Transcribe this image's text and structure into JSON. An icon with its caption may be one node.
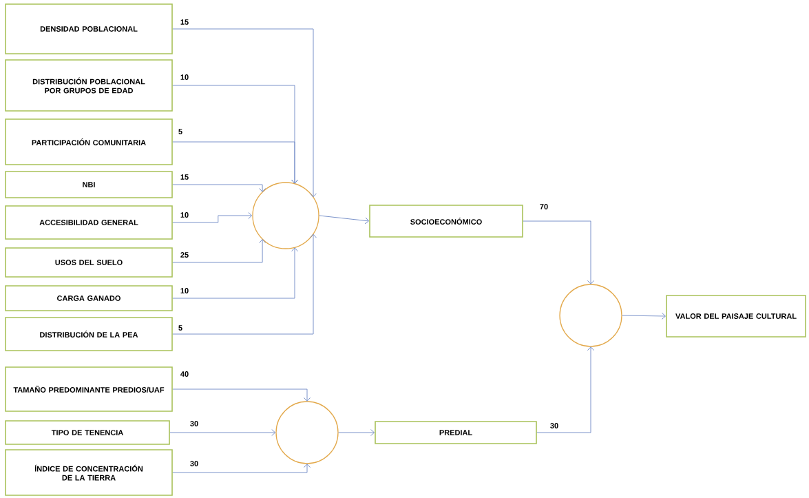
{
  "diagram": {
    "nodes": [
      {
        "text": [
          "DENSIDAD POBLACIONAL"
        ]
      },
      {
        "text": [
          "DISTRIBUCIÓN POBLACIONAL POR GRUPOS DE EDAD"
        ]
      },
      {
        "text": [
          "PARTICIPACIÓN COMUNITARIA"
        ]
      },
      {
        "text": [
          "NBI"
        ]
      },
      {
        "text": [
          "ACCESIBILIDAD GENERAL"
        ]
      },
      {
        "text": [
          "USOS DEL SUELO"
        ]
      },
      {
        "text": [
          "CARGA GANADO"
        ]
      },
      {
        "text": [
          "DISTRIBUCIÓN DE LA PEA"
        ]
      },
      {
        "text": [
          "TAMAÑO PREDOMINANTE PREDIOS/UAF"
        ]
      },
      {
        "text": [
          "TIPO DE TENENCIA"
        ]
      },
      {
        "text": [
          "ÍNDICE DE CONCENTRACIÓN DE LA TIERRA"
        ]
      },
      {
        "text": [],
        "shape": "circle"
      },
      {
        "text": [
          "SOCIOECONÓMICO"
        ]
      },
      {
        "text": [],
        "shape": "circle"
      },
      {
        "text": [
          "PREDIAL"
        ]
      },
      {
        "text": [],
        "shape": "circle"
      },
      {
        "text": [
          "VALOR DEL PAISAJE CULTURAL"
        ]
      }
    ],
    "edges": [
      {
        "from": 0,
        "to": 11,
        "arrow": "to",
        "label": "15"
      },
      {
        "from": 1,
        "to": 11,
        "arrow": "to",
        "label": "10"
      },
      {
        "from": 2,
        "to": 11,
        "arrow": "to",
        "label": "5"
      },
      {
        "from": 3,
        "to": 11,
        "arrow": "to",
        "label": "15"
      },
      {
        "from": 4,
        "to": 11,
        "arrow": "to",
        "label": "10"
      },
      {
        "from": 5,
        "to": 11,
        "arrow": "to",
        "label": "25"
      },
      {
        "from": 6,
        "to": 11,
        "arrow": "to",
        "label": "10"
      },
      {
        "from": 7,
        "to": 11,
        "arrow": "to",
        "label": "5"
      },
      {
        "from": 11,
        "to": 12,
        "arrow": "to"
      },
      {
        "from": 8,
        "to": 13,
        "arrow": "to",
        "label": "40"
      },
      {
        "from": 9,
        "to": 13,
        "arrow": "to",
        "label": "30"
      },
      {
        "from": 10,
        "to": 13,
        "arrow": "to",
        "label": "30"
      },
      {
        "from": 13,
        "to": 14,
        "arrow": "to"
      },
      {
        "from": 12,
        "to": 15,
        "arrow": "to",
        "label": "70"
      },
      {
        "from": 14,
        "to": 15,
        "arrow": "to",
        "label": "30"
      },
      {
        "from": 15,
        "to": 16,
        "arrow": "to"
      }
    ]
  }
}
